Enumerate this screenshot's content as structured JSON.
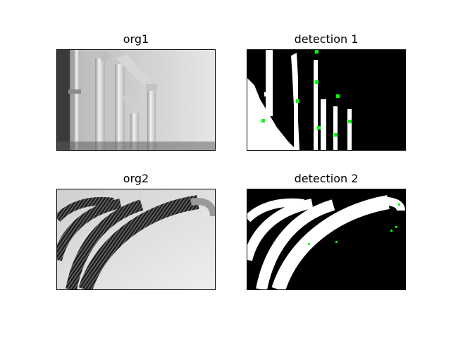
{
  "figure": {
    "panels": [
      {
        "title": "org1",
        "content": "grayscale-photo-pipes",
        "colors": {
          "bg": "#dcdcdc",
          "pipe": "#c8c8c8"
        }
      },
      {
        "title": "detection 1",
        "content": "binary-mask-pipes-with-keypoints",
        "colors": {
          "mask": "#ffffff",
          "bg": "#000000",
          "marker": "#00ff00"
        }
      },
      {
        "title": "org2",
        "content": "grayscale-photo-corrugated-hoses",
        "colors": {
          "bg": "#d8d8d8",
          "hose": "#2a2a2a"
        }
      },
      {
        "title": "detection 2",
        "content": "binary-mask-hoses-with-keypoints",
        "colors": {
          "mask": "#ffffff",
          "bg": "#000000",
          "marker": "#00ff00"
        }
      }
    ]
  }
}
